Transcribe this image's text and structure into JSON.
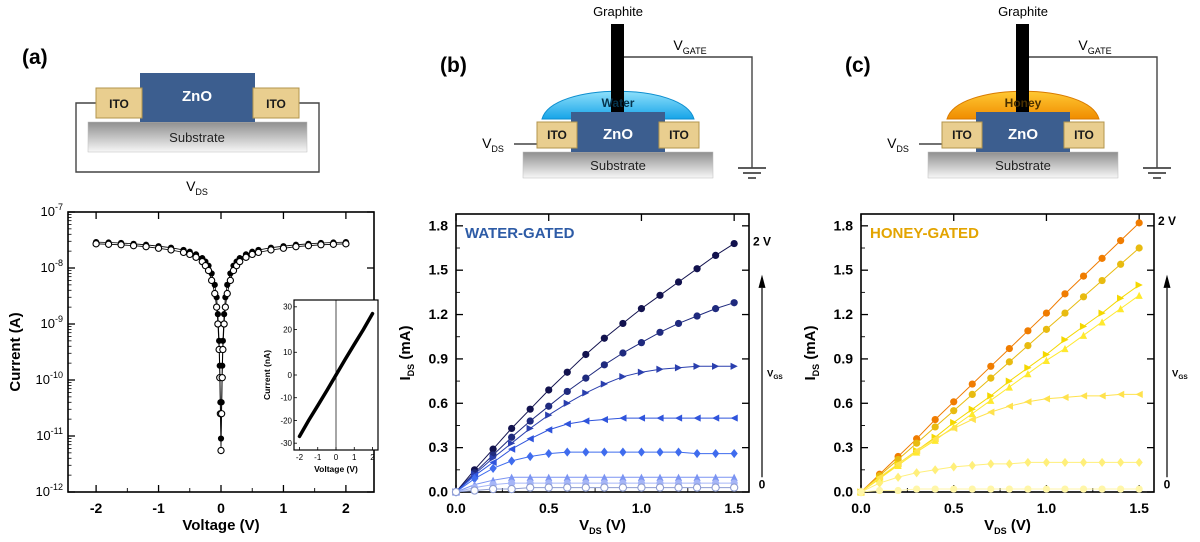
{
  "panels": {
    "a": {
      "label": "(a)",
      "schematic": {
        "zno": "ZnO",
        "ito_left": "ITO",
        "ito_right": "ITO",
        "substrate": "Substrate",
        "v_base": "V",
        "v_sub": "DS"
      }
    },
    "b": {
      "label": "(b)",
      "schematic": {
        "graphite": "Graphite",
        "liquid": "Water",
        "zno": "ZnO",
        "ito_left": "ITO",
        "ito_right": "ITO",
        "substrate": "Substrate",
        "vds_base": "V",
        "vds_sub": "DS",
        "vgate_base": "V",
        "vgate_sub": "GATE"
      }
    },
    "c": {
      "label": "(c)",
      "schematic": {
        "graphite": "Graphite",
        "liquid": "Honey",
        "zno": "ZnO",
        "ito_left": "ITO",
        "ito_right": "ITO",
        "substrate": "Substrate",
        "vds_base": "V",
        "vds_sub": "DS",
        "vgate_base": "V",
        "vgate_sub": "GATE"
      }
    }
  },
  "chart_data": [
    {
      "id": "chart-a",
      "type": "scatter",
      "yscale": "log",
      "xlabel": "Voltage (V)",
      "ylabel": "Current (A)",
      "xlim": [
        -2.45,
        2.45
      ],
      "xticks": [
        -2,
        -1,
        0,
        1,
        2
      ],
      "ylog_decades": [
        -12,
        -7
      ],
      "x": [
        -2,
        -1.8,
        -1.6,
        -1.4,
        -1.2,
        -1,
        -0.8,
        -0.6,
        -0.5,
        -0.4,
        -0.3,
        -0.25,
        -0.2,
        -0.15,
        -0.1,
        -0.07,
        -0.05,
        -0.03,
        -0.02,
        -0.01,
        0,
        0.01,
        0.02,
        0.03,
        0.05,
        0.07,
        0.1,
        0.15,
        0.2,
        0.25,
        0.3,
        0.4,
        0.5,
        0.6,
        0.8,
        1,
        1.2,
        1.4,
        1.6,
        1.8,
        2
      ],
      "series": [
        {
          "name": "branch-filled",
          "marker": "circle",
          "color": "#000000",
          "y": [
            2.9e-08,
            2.85e-08,
            2.8e-08,
            2.7e-08,
            2.6e-08,
            2.45e-08,
            2.3e-08,
            2.1e-08,
            1.95e-08,
            1.75e-08,
            1.5e-08,
            1.3e-08,
            1.1e-08,
            8e-09,
            5e-09,
            3e-09,
            1.5e-09,
            5e-10,
            1.8e-10,
            4e-11,
            9e-12,
            4e-11,
            1.8e-10,
            5e-10,
            1.5e-09,
            3e-09,
            5e-09,
            8e-09,
            1.1e-08,
            1.3e-08,
            1.5e-08,
            1.75e-08,
            1.95e-08,
            2.1e-08,
            2.3e-08,
            2.45e-08,
            2.6e-08,
            2.7e-08,
            2.8e-08,
            2.85e-08,
            2.9e-08
          ]
        },
        {
          "name": "branch-open",
          "marker": "circle-open",
          "color": "#000000",
          "y": [
            2.7e-08,
            2.65e-08,
            2.6e-08,
            2.5e-08,
            2.4e-08,
            2.25e-08,
            2.1e-08,
            1.9e-08,
            1.75e-08,
            1.55e-08,
            1.3e-08,
            1.1e-08,
            9e-09,
            6e-09,
            3.5e-09,
            2e-09,
            1e-09,
            3.5e-10,
            1.1e-10,
            2.5e-11,
            5.5e-12,
            2.5e-11,
            1.1e-10,
            3.5e-10,
            1e-09,
            2e-09,
            3.5e-09,
            6e-09,
            9e-09,
            1.1e-08,
            1.3e-08,
            1.55e-08,
            1.75e-08,
            1.9e-08,
            2.1e-08,
            2.25e-08,
            2.4e-08,
            2.5e-08,
            2.6e-08,
            2.65e-08,
            2.7e-08
          ]
        }
      ],
      "inset": {
        "xlabel": "Voltage (V)",
        "ylabel": "Current (nA)",
        "xlim": [
          -2.3,
          2.3
        ],
        "ylim": [
          -33,
          33
        ],
        "xticks": [
          -2,
          -1,
          0,
          1,
          2
        ],
        "yticks": [
          -30,
          -20,
          -10,
          0,
          10,
          20,
          30
        ],
        "x": [
          -2,
          -1.5,
          -1,
          -0.5,
          0,
          0.5,
          1,
          1.5,
          2
        ],
        "y": [
          -27,
          -20,
          -13.5,
          -6.8,
          0,
          6.8,
          13.5,
          20,
          27
        ]
      }
    },
    {
      "id": "chart-b",
      "type": "scatter",
      "yscale": "linear",
      "title": "WATER-GATED",
      "title_color": "#2d5ba6",
      "xlabel_parts": {
        "base": "V",
        "sub": "DS",
        "unit": " (V)"
      },
      "ylabel_parts": {
        "base": "I",
        "sub": "DS",
        "unit": " (mA)"
      },
      "xlim": [
        0,
        1.58
      ],
      "ylim": [
        0,
        1.88
      ],
      "xticks": [
        0,
        0.5,
        1,
        1.5
      ],
      "yticks": [
        0,
        0.3,
        0.6,
        0.9,
        1.2,
        1.5,
        1.8
      ],
      "x": [
        0,
        0.1,
        0.2,
        0.3,
        0.4,
        0.5,
        0.6,
        0.7,
        0.8,
        0.9,
        1,
        1.1,
        1.2,
        1.3,
        1.4,
        1.5
      ],
      "series": [
        {
          "name": "series-1",
          "marker": "circle",
          "color": "#12124e",
          "y": [
            0,
            0.15,
            0.29,
            0.43,
            0.56,
            0.69,
            0.81,
            0.93,
            1.04,
            1.14,
            1.24,
            1.33,
            1.42,
            1.51,
            1.6,
            1.68
          ]
        },
        {
          "name": "series-2",
          "marker": "circle",
          "color": "#1f2a7e",
          "y": [
            0,
            0.13,
            0.25,
            0.37,
            0.48,
            0.58,
            0.68,
            0.77,
            0.86,
            0.94,
            1.01,
            1.08,
            1.14,
            1.19,
            1.24,
            1.28
          ]
        },
        {
          "name": "series-3",
          "marker": "tri-right",
          "color": "#2a3fae",
          "y": [
            0,
            0.12,
            0.23,
            0.33,
            0.43,
            0.52,
            0.6,
            0.67,
            0.73,
            0.78,
            0.81,
            0.83,
            0.84,
            0.85,
            0.85,
            0.85
          ]
        },
        {
          "name": "series-4",
          "marker": "tri-left",
          "color": "#2f54dc",
          "y": [
            0,
            0.11,
            0.2,
            0.29,
            0.36,
            0.42,
            0.46,
            0.48,
            0.49,
            0.5,
            0.5,
            0.5,
            0.5,
            0.5,
            0.5,
            0.5
          ]
        },
        {
          "name": "series-5",
          "marker": "diamond",
          "color": "#3f6cee",
          "y": [
            0,
            0.09,
            0.16,
            0.21,
            0.24,
            0.26,
            0.27,
            0.27,
            0.27,
            0.27,
            0.27,
            0.27,
            0.27,
            0.26,
            0.26,
            0.26
          ]
        },
        {
          "name": "series-6",
          "marker": "tri-up",
          "color": "#7b94f2",
          "y": [
            0,
            0.05,
            0.08,
            0.1,
            0.1,
            0.1,
            0.1,
            0.1,
            0.1,
            0.1,
            0.1,
            0.1,
            0.1,
            0.1,
            0.1,
            0.1
          ]
        },
        {
          "name": "series-7",
          "marker": "circle",
          "color": "#a6b6f7",
          "y": [
            0,
            0.03,
            0.05,
            0.06,
            0.06,
            0.06,
            0.06,
            0.06,
            0.06,
            0.06,
            0.06,
            0.06,
            0.06,
            0.06,
            0.06,
            0.06
          ]
        },
        {
          "name": "series-8",
          "marker": "circle-open",
          "color": "#8d9cd2",
          "y": [
            0,
            0.01,
            0.02,
            0.02,
            0.03,
            0.03,
            0.03,
            0.03,
            0.03,
            0.03,
            0.03,
            0.03,
            0.03,
            0.03,
            0.03,
            0.03
          ]
        }
      ],
      "annotations": {
        "top_label": "2 V",
        "bottom_label": "0",
        "arrow_base": "V",
        "arrow_sub": "GS"
      }
    },
    {
      "id": "chart-c",
      "type": "scatter",
      "yscale": "linear",
      "title": "HONEY-GATED",
      "title_color": "#e3a400",
      "xlabel_parts": {
        "base": "V",
        "sub": "DS",
        "unit": " (V)"
      },
      "ylabel_parts": {
        "base": "I",
        "sub": "DS",
        "unit": " (mA)"
      },
      "xlim": [
        0,
        1.58
      ],
      "ylim": [
        0,
        1.88
      ],
      "xticks": [
        0,
        0.5,
        1,
        1.5
      ],
      "yticks": [
        0,
        0.3,
        0.6,
        0.9,
        1.2,
        1.5,
        1.8
      ],
      "x": [
        0,
        0.1,
        0.2,
        0.3,
        0.4,
        0.5,
        0.6,
        0.7,
        0.8,
        0.9,
        1,
        1.1,
        1.2,
        1.3,
        1.4,
        1.5
      ],
      "series": [
        {
          "name": "series-1",
          "marker": "circle",
          "color": "#f07c00",
          "y": [
            0,
            0.12,
            0.24,
            0.36,
            0.49,
            0.61,
            0.73,
            0.85,
            0.97,
            1.09,
            1.21,
            1.34,
            1.46,
            1.58,
            1.7,
            1.82
          ]
        },
        {
          "name": "series-2",
          "marker": "circle",
          "color": "#e8bb10",
          "y": [
            0,
            0.11,
            0.22,
            0.33,
            0.44,
            0.55,
            0.66,
            0.77,
            0.88,
            0.99,
            1.1,
            1.21,
            1.32,
            1.43,
            1.54,
            1.65
          ]
        },
        {
          "name": "series-3",
          "marker": "tri-right",
          "color": "#f5d800",
          "y": [
            0,
            0.09,
            0.19,
            0.28,
            0.37,
            0.47,
            0.56,
            0.65,
            0.75,
            0.84,
            0.93,
            1.03,
            1.12,
            1.21,
            1.31,
            1.4
          ]
        },
        {
          "name": "series-4",
          "marker": "tri-up",
          "color": "#ffe92e",
          "y": [
            0,
            0.09,
            0.18,
            0.27,
            0.35,
            0.44,
            0.53,
            0.62,
            0.71,
            0.8,
            0.89,
            0.97,
            1.06,
            1.15,
            1.24,
            1.33
          ]
        },
        {
          "name": "series-5",
          "marker": "tri-left",
          "color": "#ffe24d",
          "y": [
            0,
            0.1,
            0.19,
            0.28,
            0.36,
            0.43,
            0.49,
            0.54,
            0.58,
            0.61,
            0.63,
            0.64,
            0.65,
            0.65,
            0.66,
            0.66
          ]
        },
        {
          "name": "series-6",
          "marker": "diamond",
          "color": "#ffef7a",
          "y": [
            0,
            0.06,
            0.1,
            0.13,
            0.15,
            0.17,
            0.18,
            0.19,
            0.19,
            0.2,
            0.2,
            0.2,
            0.2,
            0.2,
            0.2,
            0.2
          ]
        },
        {
          "name": "series-7",
          "marker": "circle",
          "color": "#fff6a8",
          "y": [
            0,
            0.01,
            0.01,
            0.02,
            0.02,
            0.02,
            0.02,
            0.02,
            0.02,
            0.02,
            0.02,
            0.02,
            0.02,
            0.02,
            0.02,
            0.02
          ]
        }
      ],
      "annotations": {
        "top_label": "2 V",
        "bottom_label": "0",
        "arrow_base": "V",
        "arrow_sub": "GS"
      }
    }
  ]
}
